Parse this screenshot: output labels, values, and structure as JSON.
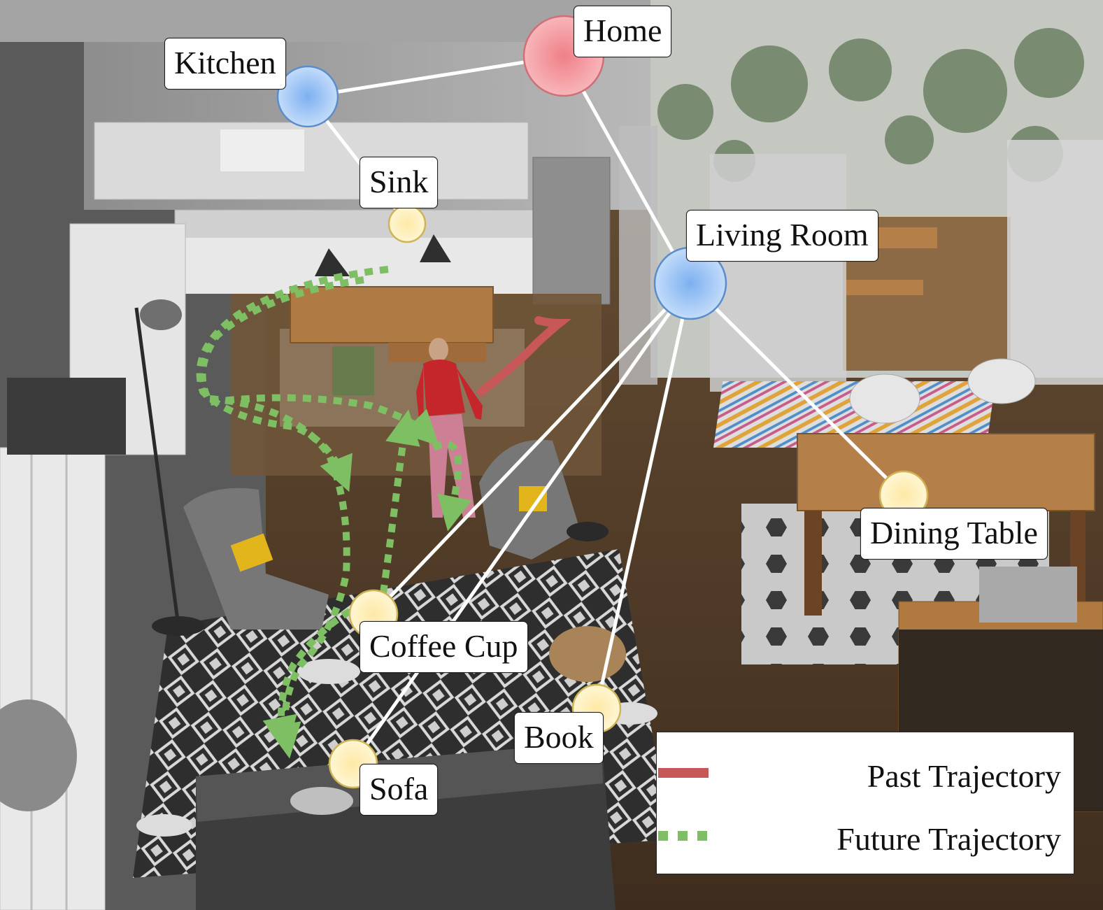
{
  "title": "",
  "colors": {
    "root_node": "#f29a9f",
    "room_node": "#9cc3f3",
    "object_node": "#fbe7a2",
    "edge": "#ffffff",
    "past_trajectory": "#c85757",
    "future_trajectory": "#7fbf63"
  },
  "nodes": [
    {
      "id": "home",
      "label": "Home",
      "type": "root"
    },
    {
      "id": "kitchen",
      "label": "Kitchen",
      "type": "room"
    },
    {
      "id": "living_room",
      "label": "Living Room",
      "type": "room"
    },
    {
      "id": "sink",
      "label": "Sink",
      "type": "object"
    },
    {
      "id": "dining_table",
      "label": "Dining Table",
      "type": "object"
    },
    {
      "id": "coffee_cup",
      "label": "Coffee Cup",
      "type": "object"
    },
    {
      "id": "sofa",
      "label": "Sofa",
      "type": "object"
    },
    {
      "id": "book",
      "label": "Book",
      "type": "object"
    }
  ],
  "edges": [
    [
      "home",
      "kitchen"
    ],
    [
      "home",
      "living_room"
    ],
    [
      "kitchen",
      "sink"
    ],
    [
      "living_room",
      "dining_table"
    ],
    [
      "living_room",
      "coffee_cup"
    ],
    [
      "living_room",
      "sofa"
    ],
    [
      "living_room",
      "book"
    ]
  ],
  "legend": {
    "past": "Past Trajectory",
    "future": "Future Trajectory"
  },
  "scene": {
    "description_icon": "living-room-render",
    "person_icon": "person-red-shirt"
  }
}
